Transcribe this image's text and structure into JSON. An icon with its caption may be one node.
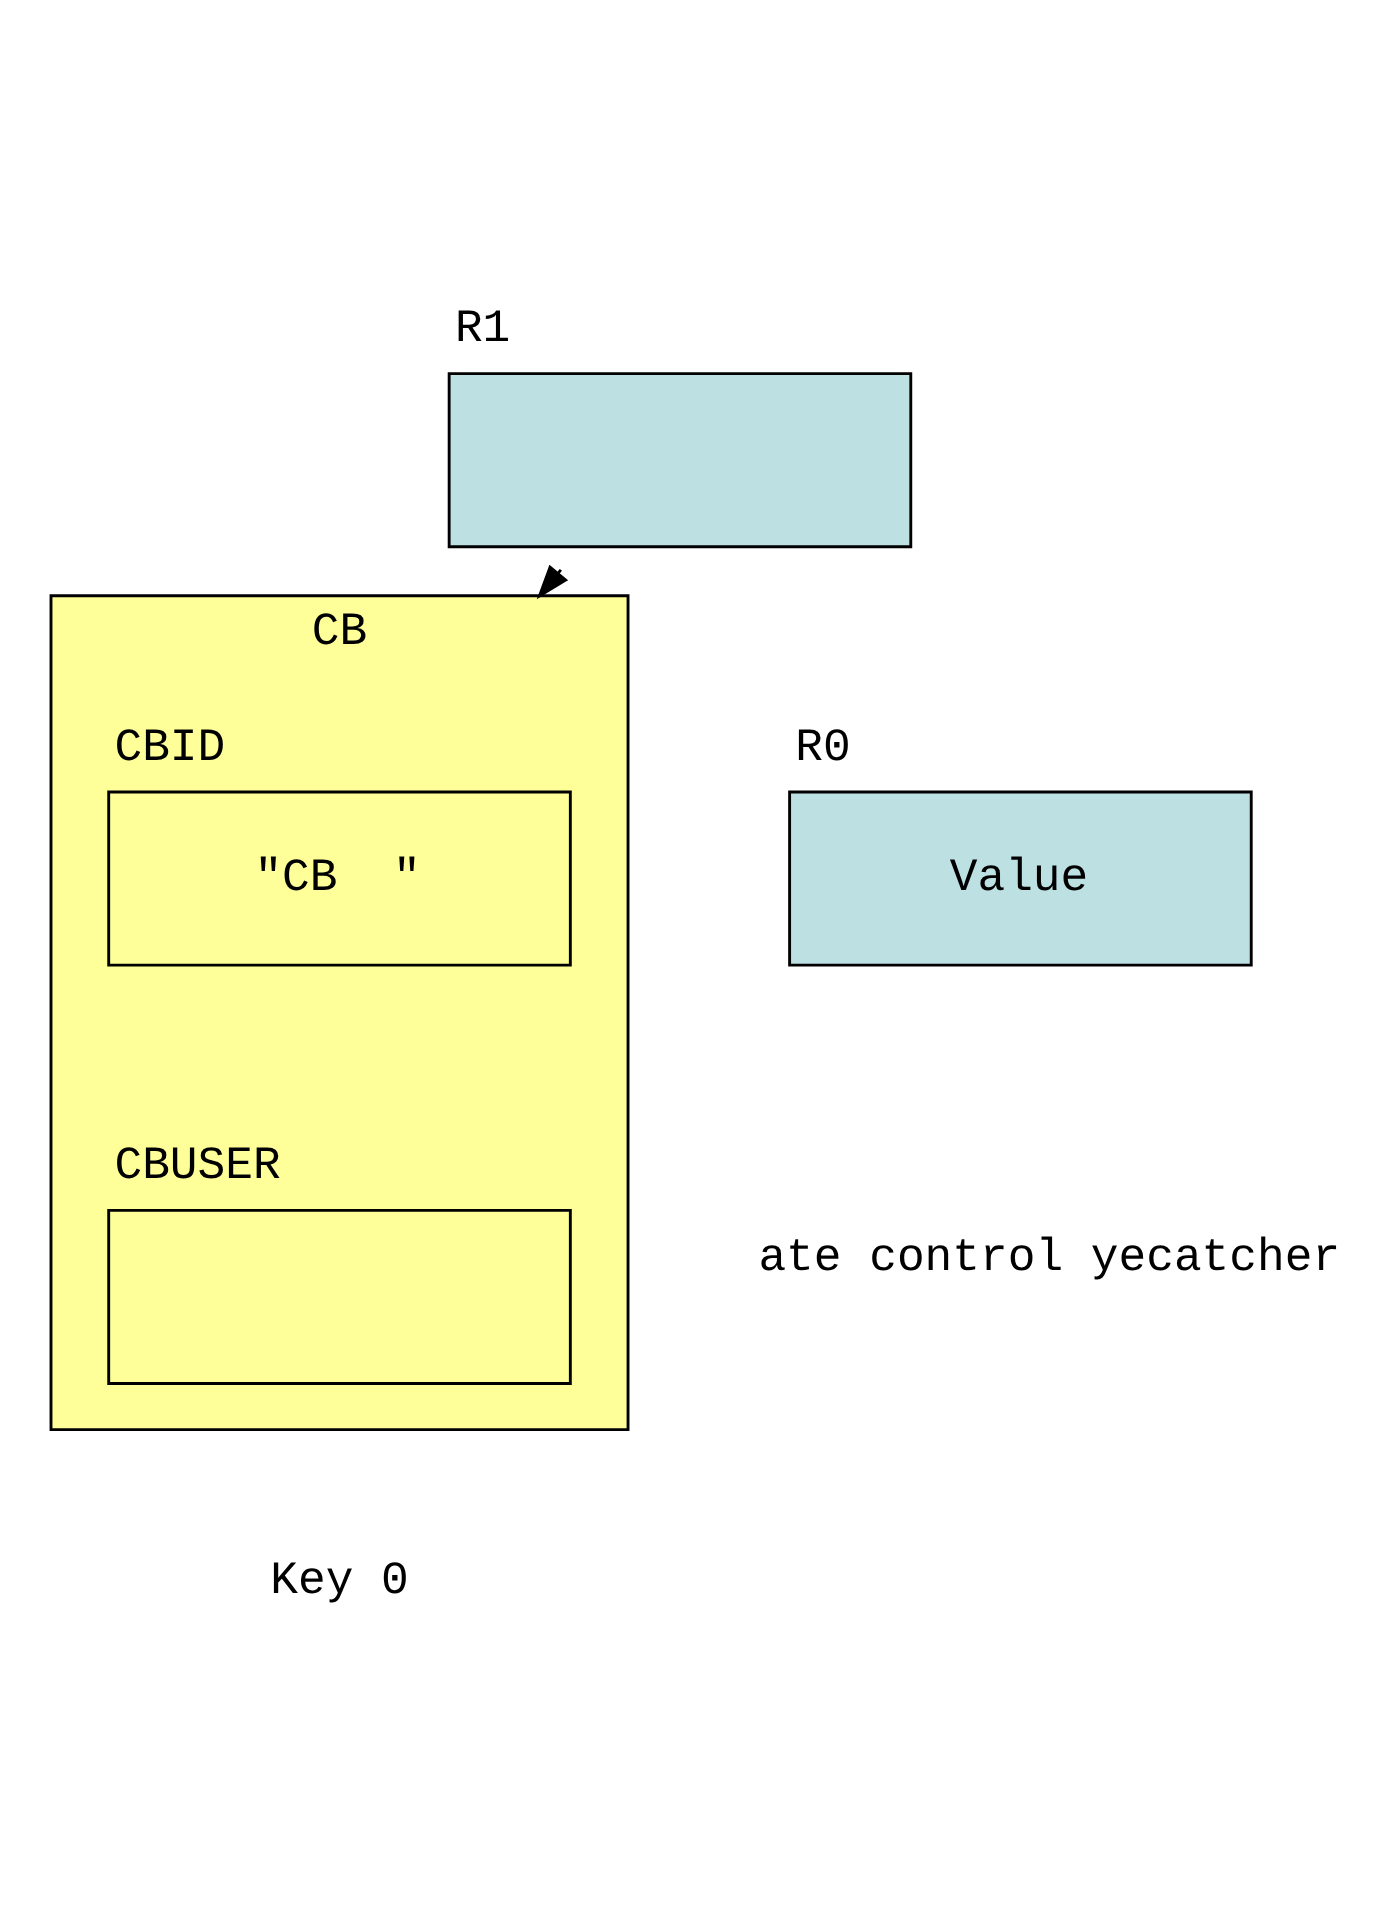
{
  "diagram": {
    "nodes": [
      {
        "text": [
          "R1"
        ]
      },
      {
        "text": [
          "CB"
        ],
        "beside": [
          "Key 0"
        ]
      },
      {
        "text": [
          "CBID",
          "\"CB  \""
        ],
        "in": 1
      },
      {
        "text": [
          "CBUSER"
        ],
        "in": 1
      },
      {
        "text": [
          "R0",
          "Value"
        ]
      }
    ],
    "edges": [
      {
        "from": 0,
        "to": 1,
        "arrow": "to"
      }
    ],
    "labels": [
      "ate control yecatcher"
    ]
  }
}
